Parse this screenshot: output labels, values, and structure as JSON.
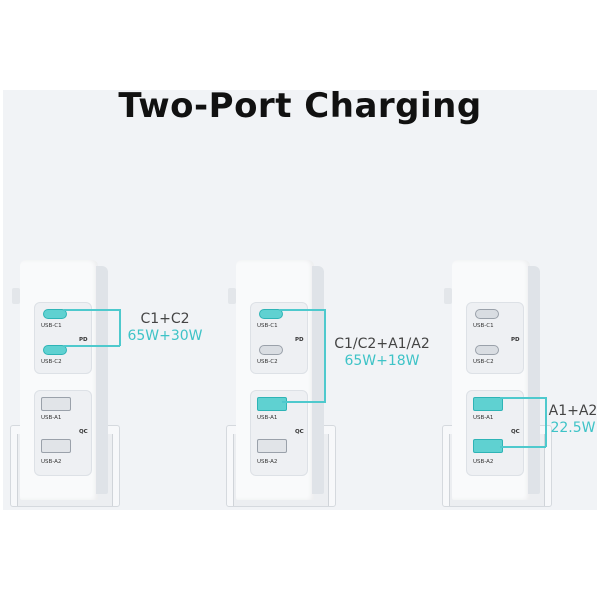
{
  "title": "Two-Port Charging",
  "colors": {
    "accent": "#3ec3c7",
    "text": "#444444",
    "panel": "#f1f3f6"
  },
  "port_labels": {
    "c1": "USB-C1",
    "c2": "USB-C2",
    "a1": "USB-A1",
    "a2": "USB-A2",
    "pd": "PD",
    "qc": "QC"
  },
  "scenarios": [
    {
      "ports": "C1+C2",
      "power": "65W+30W",
      "active": [
        "c1",
        "c2"
      ]
    },
    {
      "ports": "C1/C2+A1/A2",
      "power": "65W+18W",
      "active": [
        "c1",
        "a1"
      ]
    },
    {
      "ports": "A1+A2",
      "power": "22.5W",
      "active": [
        "a1",
        "a2"
      ]
    }
  ]
}
